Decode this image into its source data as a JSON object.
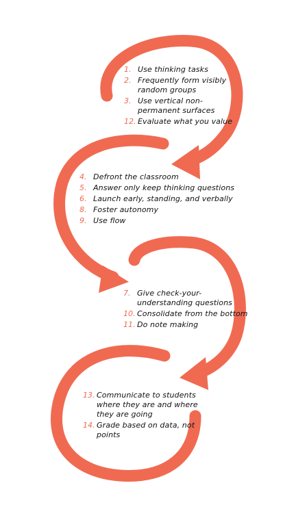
{
  "colors": {
    "accent": "#f06a52",
    "text": "#111111"
  },
  "groups": [
    {
      "items": [
        {
          "num": "1.",
          "text": "Use thinking tasks"
        },
        {
          "num": "2.",
          "text": "Frequently form visibly random groups"
        },
        {
          "num": "3.",
          "text": "Use vertical non-permanent surfaces"
        },
        {
          "num": "12.",
          "text": "Evaluate what you value"
        }
      ]
    },
    {
      "items": [
        {
          "num": "4.",
          "text": "Defront the classroom"
        },
        {
          "num": "5.",
          "text": "Answer only keep thinking questions"
        },
        {
          "num": "6.",
          "text": "Launch early, standing, and verbally"
        },
        {
          "num": "8.",
          "text": "Foster autonomy"
        },
        {
          "num": "9.",
          "text": "Use flow"
        }
      ]
    },
    {
      "items": [
        {
          "num": "7.",
          "text": "Give check-your-understanding questions"
        },
        {
          "num": "10.",
          "text": "Consolidate from the bottom"
        },
        {
          "num": "11.",
          "text": "Do note making"
        }
      ]
    },
    {
      "items": [
        {
          "num": "13.",
          "text": "Communicate to students where they are and where they are going"
        },
        {
          "num": "14.",
          "text": "Grade based on data, not points"
        }
      ]
    }
  ]
}
